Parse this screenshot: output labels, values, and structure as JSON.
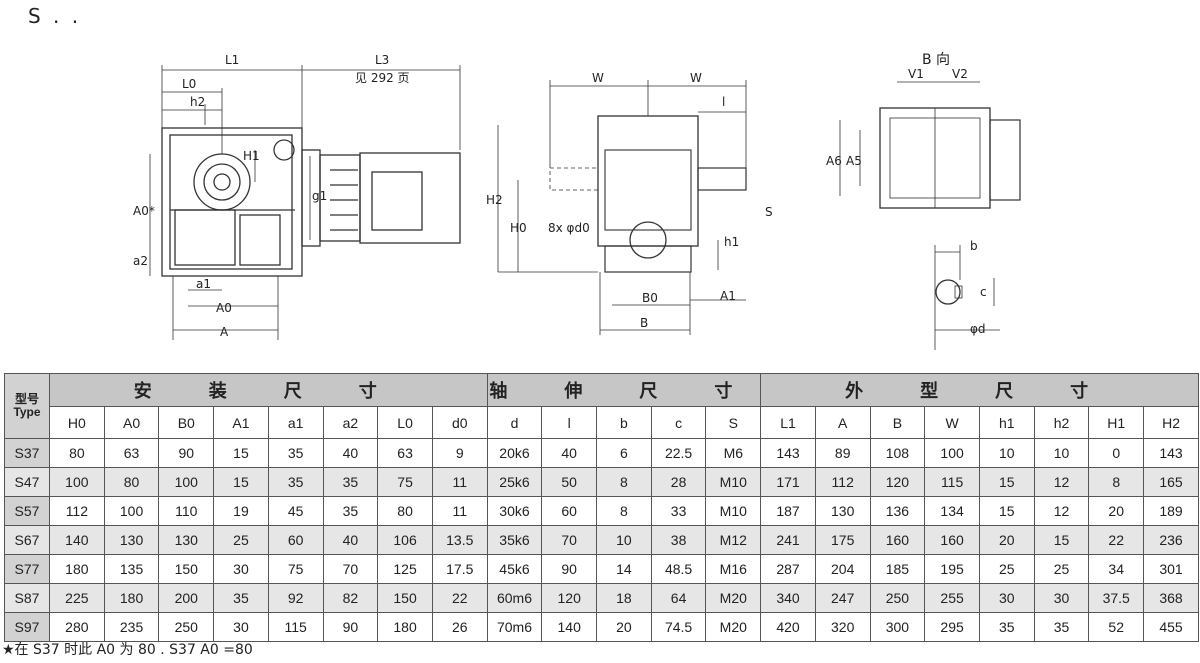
{
  "title": "S . .",
  "drawing": {
    "side": {
      "L1": "L1",
      "L3": "L3",
      "page_ref": "见 292 页",
      "L0": "L0",
      "h2": "h2",
      "H1": "H1",
      "A0star": "A0*",
      "a2": "a2",
      "g1": "g1",
      "a1": "a1",
      "A0": "A0",
      "A": "A"
    },
    "front": {
      "W_left": "W",
      "W_right": "W",
      "l": "l",
      "H2": "H2",
      "H0": "H0",
      "hole": "8x  φd0",
      "S": "S",
      "h1": "h1",
      "B0": "B0",
      "A1": "A1",
      "B": "B"
    },
    "bview": {
      "title": "B 向",
      "V1": "V1",
      "V2": "V2",
      "A6": "A6",
      "A5": "A5"
    },
    "shaft": {
      "b": "b",
      "c": "c",
      "d": "φd"
    }
  },
  "table": {
    "type_header": {
      "zh": "型号",
      "en": "Type"
    },
    "groups": [
      "安 装 尺 寸",
      "轴 伸 尺 寸",
      "外 型 尺 寸"
    ],
    "columns": [
      "H0",
      "A0",
      "B0",
      "A1",
      "a1",
      "a2",
      "L0",
      "d0",
      "d",
      "l",
      "b",
      "c",
      "S",
      "L1",
      "A",
      "B",
      "W",
      "h1",
      "h2",
      "H1",
      "H2"
    ],
    "rows": [
      [
        "S37",
        "80",
        "63",
        "90",
        "15",
        "35",
        "40",
        "63",
        "9",
        "20k6",
        "40",
        "6",
        "22.5",
        "M6",
        "143",
        "89",
        "108",
        "100",
        "10",
        "10",
        "0",
        "143"
      ],
      [
        "S47",
        "100",
        "80",
        "100",
        "15",
        "35",
        "35",
        "75",
        "11",
        "25k6",
        "50",
        "8",
        "28",
        "M10",
        "171",
        "112",
        "120",
        "115",
        "15",
        "12",
        "8",
        "165"
      ],
      [
        "S57",
        "112",
        "100",
        "110",
        "19",
        "45",
        "35",
        "80",
        "11",
        "30k6",
        "60",
        "8",
        "33",
        "M10",
        "187",
        "130",
        "136",
        "134",
        "15",
        "12",
        "20",
        "189"
      ],
      [
        "S67",
        "140",
        "130",
        "130",
        "25",
        "60",
        "40",
        "106",
        "13.5",
        "35k6",
        "70",
        "10",
        "38",
        "M12",
        "241",
        "175",
        "160",
        "160",
        "20",
        "15",
        "22",
        "236"
      ],
      [
        "S77",
        "180",
        "135",
        "150",
        "30",
        "75",
        "70",
        "125",
        "17.5",
        "45k6",
        "90",
        "14",
        "48.5",
        "M16",
        "287",
        "204",
        "185",
        "195",
        "25",
        "25",
        "34",
        "301"
      ],
      [
        "S87",
        "225",
        "180",
        "200",
        "35",
        "92",
        "82",
        "150",
        "22",
        "60m6",
        "120",
        "18",
        "64",
        "M20",
        "340",
        "247",
        "250",
        "255",
        "30",
        "30",
        "37.5",
        "368"
      ],
      [
        "S97",
        "280",
        "235",
        "250",
        "30",
        "115",
        "90",
        "180",
        "26",
        "70m6",
        "140",
        "20",
        "74.5",
        "M20",
        "420",
        "320",
        "300",
        "295",
        "35",
        "35",
        "52",
        "455"
      ]
    ]
  },
  "footnote": "★在 S37 时此 A0 为 80 .  S37 A0 =80"
}
